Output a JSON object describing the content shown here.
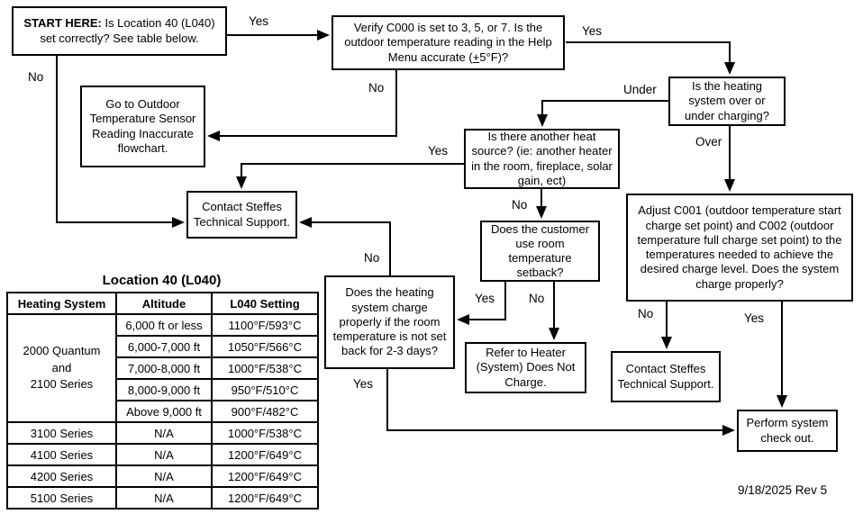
{
  "nodes": {
    "start": {
      "bold": "START HERE:",
      "rest": " Is Location 40 (L040) set correctly? See table below."
    },
    "verify": {
      "pre": "Verify C000 is set to 3, 5, or 7. Is the outdoor temperature reading in the Help Menu accurate (",
      "plus": "+",
      "post": "5°F)?"
    },
    "outdoor_sensor": {
      "text": "Go to Outdoor Temperature Sensor Reading Inaccurate flowchart."
    },
    "over_under": {
      "text": "Is the heating system over or under charging?"
    },
    "heat_source": {
      "text": "Is there another heat source? (ie: another heater in the room, fireplace, solar gain, ect)"
    },
    "contact_support_1": {
      "text": "Contact Steffes Technical Support."
    },
    "adjust": {
      "text": "Adjust C001 (outdoor temperature start charge set point) and C002 (outdoor temperature full charge set point) to the temperatures needed to achieve the desired charge level. Does the system charge properly?"
    },
    "setback": {
      "text": "Does the customer use room temperature setback?"
    },
    "charge_properly": {
      "text": "Does the heating system charge properly if the room temperature is not set back for 2-3 days?"
    },
    "refer_heater": {
      "text": "Refer to Heater (System) Does Not Charge."
    },
    "contact_support_2": {
      "text": "Contact Steffes Technical Support."
    },
    "perform_checkout": {
      "text": "Perform system check out."
    }
  },
  "labels": {
    "start_yes": "Yes",
    "start_no": "No",
    "verify_yes": "Yes",
    "verify_no": "No",
    "under": "Under",
    "over": "Over",
    "heat_source_yes": "Yes",
    "heat_source_no": "No",
    "setback_yes": "Yes",
    "setback_no": "No",
    "charge_no": "No",
    "charge_yes": "Yes",
    "adjust_no": "No",
    "adjust_yes": "Yes"
  },
  "table": {
    "title": "Location 40 (L040)",
    "headers": [
      "Heating System",
      "Altitude",
      "L040 Setting"
    ],
    "groups": [
      {
        "system": "2000 Quantum\nand\n2100 Series",
        "rows": [
          [
            "6,000 ft or less",
            "1100°F/593°C"
          ],
          [
            "6,000-7,000 ft",
            "1050°F/566°C"
          ],
          [
            "7,000-8,000 ft",
            "1000°F/538°C"
          ],
          [
            "8,000-9,000 ft",
            "950°F/510°C"
          ],
          [
            "Above 9,000 ft",
            "900°F/482°C"
          ]
        ]
      },
      {
        "system": "3100 Series",
        "rows": [
          [
            "N/A",
            "1000°F/538°C"
          ]
        ]
      },
      {
        "system": "4100 Series",
        "rows": [
          [
            "N/A",
            "1200°F/649°C"
          ]
        ]
      },
      {
        "system": "4200 Series",
        "rows": [
          [
            "N/A",
            "1200°F/649°C"
          ]
        ]
      },
      {
        "system": "5100 Series",
        "rows": [
          [
            "N/A",
            "1200°F/649°C"
          ]
        ]
      }
    ]
  },
  "footer": {
    "revision": "9/18/2025 Rev 5"
  },
  "colors": {
    "line": "#000000",
    "border": "#000000",
    "background": "#ffffff",
    "text": "#000000"
  }
}
